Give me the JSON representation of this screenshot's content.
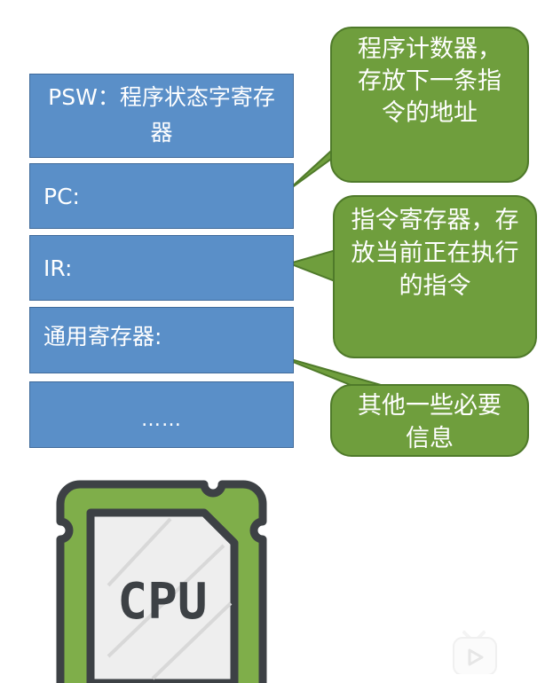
{
  "registers": [
    {
      "id": "psw",
      "label": "PSW：程序状态字寄存器"
    },
    {
      "id": "pc",
      "label": "PC:"
    },
    {
      "id": "ir",
      "label": "IR:"
    },
    {
      "id": "general",
      "label": "通用寄存器:"
    },
    {
      "id": "more",
      "label": "……"
    }
  ],
  "callouts": [
    {
      "target": "pc",
      "text": "程序计数器，存放下一条指令的地址"
    },
    {
      "target": "ir",
      "text": "指令寄存器，存放当前正在执行的指令"
    },
    {
      "target": "general",
      "text": "其他一些必要信息"
    }
  ],
  "cpu_icon": {
    "label": "CPU"
  },
  "colors": {
    "register_fill": "#5a8fc8",
    "callout_fill": "#6f9e3d",
    "cpu_green": "#7fae4a",
    "cpu_outline": "#3d4145"
  }
}
